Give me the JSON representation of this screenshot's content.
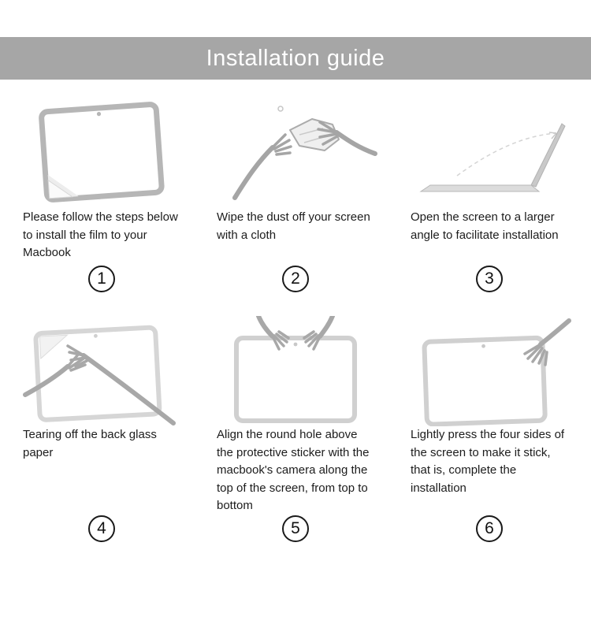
{
  "header": {
    "title": "Installation guide",
    "bg_color": "#a6a6a6",
    "text_color": "#ffffff"
  },
  "colors": {
    "screen_stroke": "#b6b6b6",
    "hand_stroke": "#a8a8a8",
    "number_ring": "#1a1a1a"
  },
  "steps": [
    {
      "number": "1",
      "illustration": "macbook-screen-film-corner-icon",
      "text": "Please follow the steps below to install the film to your Macbook"
    },
    {
      "number": "2",
      "illustration": "hands-wiping-cloth-icon",
      "text": "Wipe the dust off your screen with a cloth"
    },
    {
      "number": "3",
      "illustration": "open-laptop-angle-icon",
      "text": "Open the screen to a larger angle to facilitate installation"
    },
    {
      "number": "4",
      "illustration": "tearing-back-paper-icon",
      "text": "Tearing off the back glass paper"
    },
    {
      "number": "5",
      "illustration": "align-film-camera-icon",
      "text": "Align the round hole above the protective sticker with the macbook's camera along the top of the screen, from top to bottom"
    },
    {
      "number": "6",
      "illustration": "press-four-sides-icon",
      "text": "Lightly press the four sides of the screen to make it stick, that is, complete the installation"
    }
  ]
}
